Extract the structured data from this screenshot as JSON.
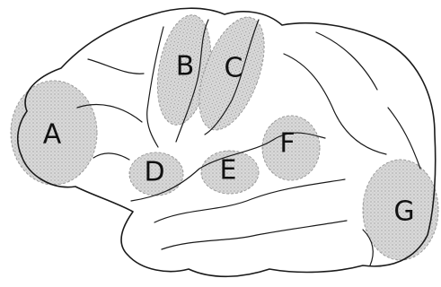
{
  "regions": [
    {
      "label": "A"
    },
    {
      "label": "B"
    },
    {
      "label": "C"
    },
    {
      "label": "D"
    },
    {
      "label": "E"
    },
    {
      "label": "F"
    },
    {
      "label": "G"
    }
  ],
  "colors": {
    "outline": "#1a1a1a",
    "region_fill": "#cfcfcf",
    "region_border": "#9a9a9a",
    "background": "#ffffff"
  }
}
